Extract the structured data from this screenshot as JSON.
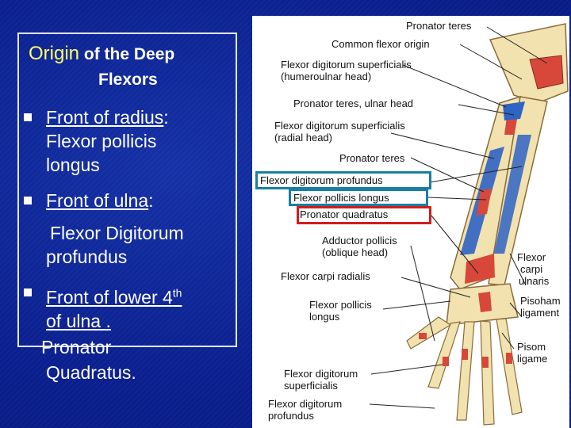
{
  "slide": {
    "title_origin": "Origin",
    "title_rest": " of the Deep",
    "title_line2": "Flexors",
    "item1_prefix": "Front of radius",
    "item1_suffix": ":",
    "item1_line2": "Flexor pollicis",
    "item1_line3": "longus",
    "item2_prefix": "Front of ulna",
    "item2_suffix": ":",
    "item2_line2": "Flexor Digitorum",
    "item2_line3": "profundus",
    "item3_line1": "Front of lower  4",
    "item3_sup": "th",
    "item3_line2": "of ulna .",
    "item3_line3": "Pronator",
    "item3_line4": "Quadratus."
  },
  "illustration": {
    "labels": {
      "pronator_teres_top": "Pronator teres",
      "common_flexor_origin": "Common flexor origin",
      "fds_humeroulnar_1": "Flexor digitorum superficialis",
      "fds_humeroulnar_2": "(humeroulnar head)",
      "pronator_teres_ulnar": "Pronator teres, ulnar head",
      "fds_radial_1": "Flexor digitorum superficialis",
      "fds_radial_2": "(radial head)",
      "pronator_teres_mid": "Pronator teres",
      "fdp": "Flexor digitorum profundus",
      "fpl": "Flexor pollicis longus",
      "pronator_quadratus": "Pronator quadratus",
      "adductor_1": "Adductor pollicis",
      "adductor_2": "(oblique head)",
      "fcr": "Flexor carpi radialis",
      "fcu_1": "Flexor",
      "fcu_2": "carpi",
      "fcu_3": "ulnaris",
      "fpl_lower_1": "Flexor pollicis",
      "fpl_lower_2": "longus",
      "pisohamate_1": "Pisoham",
      "pisohamate_2": "ligament",
      "pisometacarpal_1": "Pisom",
      "pisometacarpal_2": "ligame",
      "fds_lower_1": "Flexor digitorum",
      "fds_lower_2": "superficialis",
      "fdp_lower_1": "Flexor digitorum",
      "fdp_lower_2": "profundus"
    },
    "colors": {
      "bone": "#f1e2b0",
      "muscle_red": "#d8483a",
      "muscle_blue": "#2f63c4",
      "box_blue": "#1a7fa0",
      "box_red": "#d11d1d"
    }
  }
}
